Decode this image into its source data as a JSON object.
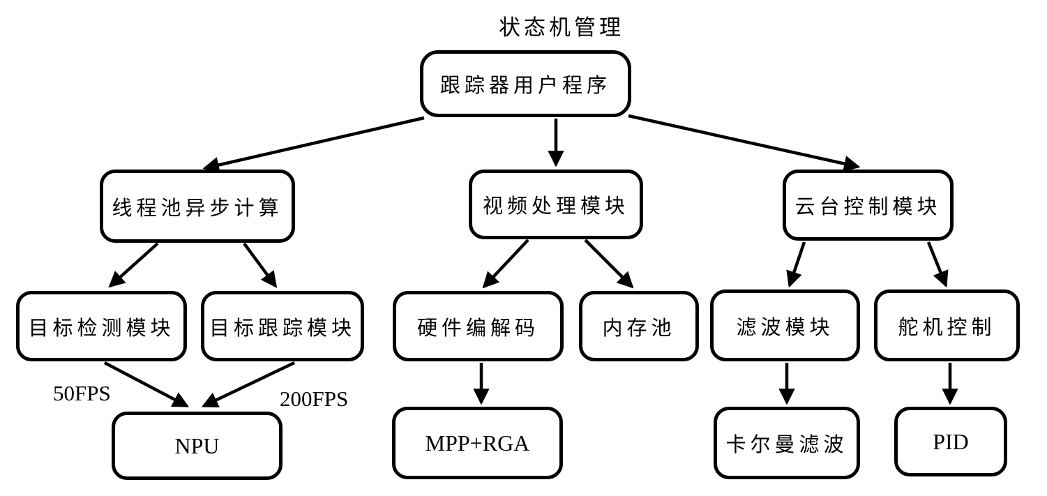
{
  "diagram": {
    "title": "状态机管理",
    "nodes": {
      "root": {
        "label": "跟踪器用户程序"
      },
      "thread_pool": {
        "label": "线程池异步计算"
      },
      "video": {
        "label": "视频处理模块"
      },
      "gimbal": {
        "label": "云台控制模块"
      },
      "detect": {
        "label": "目标检测模块"
      },
      "track": {
        "label": "目标跟踪模块"
      },
      "codec": {
        "label": "硬件编解码"
      },
      "mempool": {
        "label": "内存池"
      },
      "filter": {
        "label": "滤波模块"
      },
      "servo": {
        "label": "舵机控制"
      },
      "npu": {
        "label": "NPU"
      },
      "mpp": {
        "label": "MPP+RGA"
      },
      "kalman": {
        "label": "卡尔曼滤波"
      },
      "pid": {
        "label": "PID"
      }
    },
    "edges": [
      {
        "from": "root",
        "to": "thread_pool"
      },
      {
        "from": "root",
        "to": "video"
      },
      {
        "from": "root",
        "to": "gimbal"
      },
      {
        "from": "thread_pool",
        "to": "detect"
      },
      {
        "from": "thread_pool",
        "to": "track"
      },
      {
        "from": "detect",
        "to": "npu",
        "label": "50FPS"
      },
      {
        "from": "track",
        "to": "npu",
        "label": "200FPS"
      },
      {
        "from": "video",
        "to": "codec"
      },
      {
        "from": "video",
        "to": "mempool"
      },
      {
        "from": "codec",
        "to": "mpp"
      },
      {
        "from": "gimbal",
        "to": "filter"
      },
      {
        "from": "gimbal",
        "to": "servo"
      },
      {
        "from": "filter",
        "to": "kalman"
      },
      {
        "from": "servo",
        "to": "pid"
      }
    ],
    "colors": {
      "stroke": "#000000",
      "background": "#ffffff",
      "text": "#000000"
    }
  }
}
